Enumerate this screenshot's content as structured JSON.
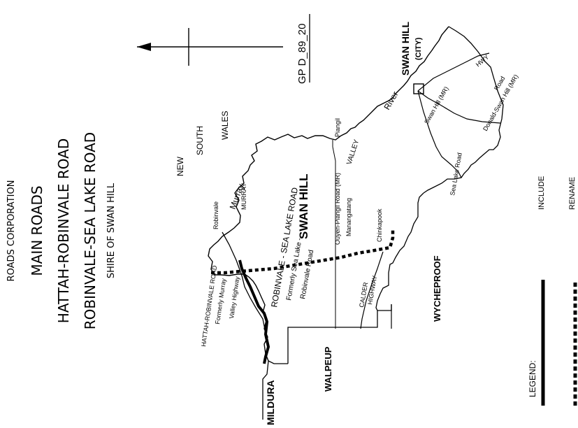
{
  "title_block": {
    "organisation": "ROADS CORPORATION",
    "heading": "MAIN ROADS",
    "road_1": "HATTAH-ROBINVALE ROAD",
    "road_2": "ROBINVALE-SEA LAKE ROAD",
    "shire": "SHIRE OF SWAN HILL"
  },
  "plan_number": "GP D_89_20",
  "legend": {
    "heading": "LEGEND:",
    "items": [
      {
        "label": "INCLUDE",
        "style": "solid"
      },
      {
        "label": "RENAME",
        "style": "dashed"
      }
    ]
  },
  "map": {
    "state_labels": {
      "new": "NEW",
      "south": "SOUTH",
      "wales": "WALES"
    },
    "shires": {
      "swan_hill": "SWAN HILL",
      "walpeup": "WALPEUP",
      "wycheproof": "WYCHEPROOF"
    },
    "cities": {
      "swan_hill": "SWAN HILL",
      "swan_hill_note": "(CITY)",
      "mildura": "MILDURA"
    },
    "towns": {
      "robinvale": "Robinvale",
      "piangil": "Piangil",
      "manangatang": "Manangatang",
      "chinkapook": "Chinkapook"
    },
    "river": {
      "murray": "Murray",
      "river": "River",
      "murray_upper": "MURRAY",
      "valley": "VALLEY",
      "hwy": "HWY"
    },
    "roads": {
      "hattah_robinvale": "HATTAH-ROBINVALE ROAD",
      "formerly_murray": "Formerly Murray",
      "valley_highway": "Valley Highway",
      "robinvale_sea_lake": "ROBINVALE - SEA LAKE ROAD",
      "formerly_sea_lake": "Formerly Sea Lake -",
      "robinvale_road": "Robinvale Road",
      "ouyen_piangil": "Ouyen-Piangil Road (MR)",
      "calder": "CALDER",
      "highway": "HIGHWAY",
      "sea_lake_road": "Sea Lake Road",
      "swan_hill_mr": "Swan Hill (MR)",
      "donald_swan_hill": "Donald-Swan Hill (MR)",
      "road": "Road"
    }
  }
}
